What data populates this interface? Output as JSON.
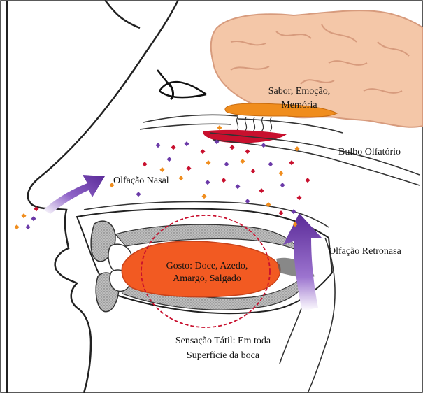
{
  "labels": {
    "brain": [
      "Sabor, Emoção,",
      "Memória"
    ],
    "bulb": "Bulbo Olfatório",
    "nasal": "Olfação Nasal",
    "retronasal": [
      "Olfação Retronasa"
    ],
    "taste": [
      "Gosto: Doce, Azedo,",
      "Amargo, Salgado"
    ],
    "tactile": [
      "Sensação Tátil: Em toda",
      "Superfície da boca"
    ]
  },
  "colors": {
    "brain_fill": "#f4c7a8",
    "brain_line": "#d79b7d",
    "bulb": "#f08d1d",
    "epithelium": "#c8102e",
    "tongue": "#f25a22",
    "arrow": "#6b3aa8",
    "outline": "#222222",
    "bone_gray": "#9a9a9a",
    "circle": "#c8102e"
  },
  "icons": [
    "eye-icon",
    "odor-particles",
    "nasal-arrow",
    "retronasal-arrow"
  ]
}
